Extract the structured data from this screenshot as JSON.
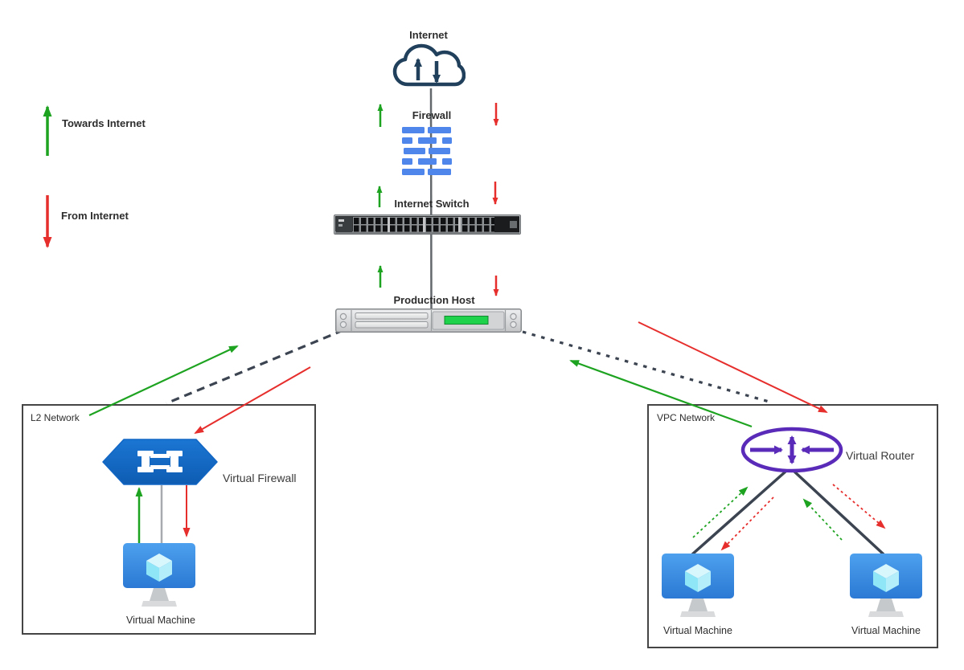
{
  "diagram": {
    "title_hint": "Network traffic diagram",
    "legend": {
      "towards_label": "Towards Internet",
      "from_label": "From Internet"
    },
    "nodes": {
      "internet": "Internet",
      "firewall": "Firewall",
      "internet_switch": "Internet Switch",
      "production_host": "Production Host",
      "l2_network": "L2 Network",
      "virtual_firewall": "Virtual Firewall",
      "vpc_network": "VPC Network",
      "virtual_router": "Virtual Router",
      "vm_l2": "Virtual Machine",
      "vm_vpc_left": "Virtual Machine",
      "vm_vpc_right": "Virtual Machine"
    },
    "icons": {
      "internet": "cloud-up-down-arrows-icon",
      "firewall": "blue-brick-wall-icon",
      "internet_switch": "rack-switch-icon",
      "production_host": "rack-server-icon",
      "virtual_firewall": "blue-hexagon-link-icon",
      "virtual_router": "purple-router-ellipse-icon",
      "virtual_machine": "monitor-with-cube-icon"
    },
    "colors": {
      "arrow_green": "#1ea321",
      "arrow_red": "#e62e2c",
      "connector_dark": "#3b4450",
      "connector_gray": "#63686d",
      "connector_light": "#a7abaf",
      "box_border": "#454545",
      "cloud_navy": "#21405c",
      "firewall_blue": "#4e86ec",
      "hexagon_blue": "#1266c4",
      "router_purple": "#5a2bb8",
      "vm_blue_top": "#4da0ee",
      "vm_blue_bottom": "#2b79d4",
      "led_green": "#1ed24b",
      "text_dark": "#2d2d2d"
    }
  }
}
